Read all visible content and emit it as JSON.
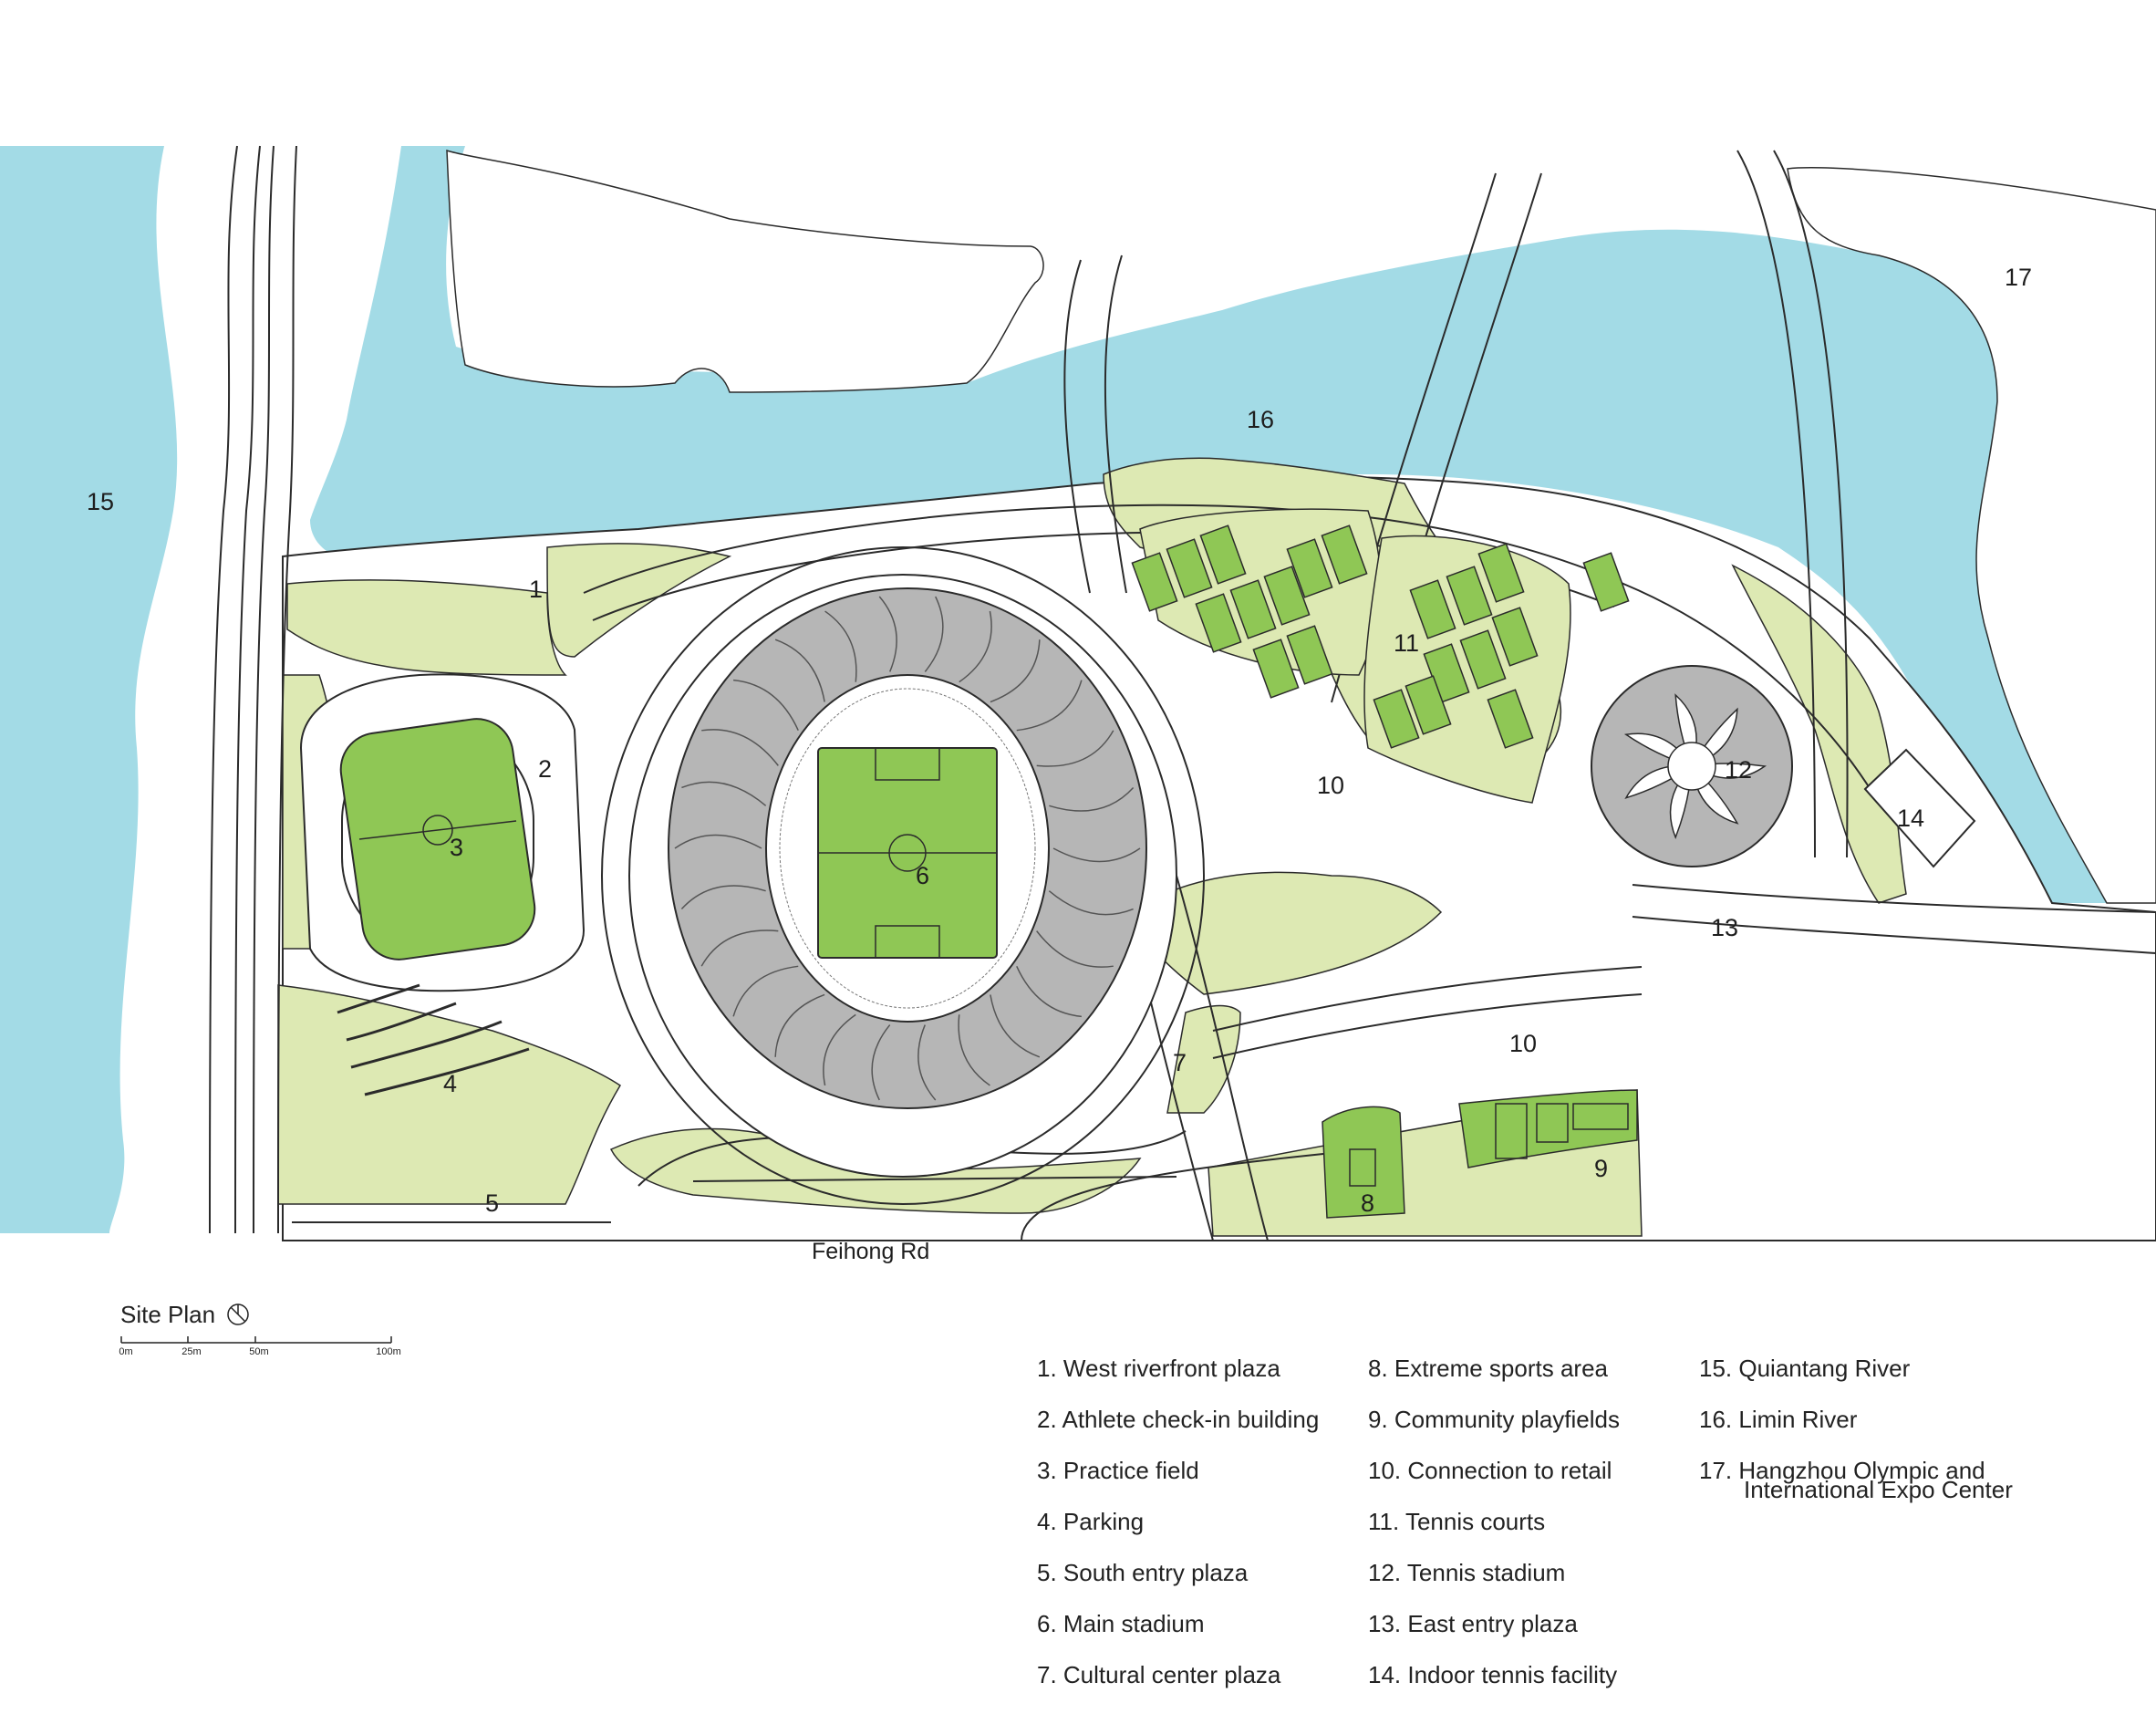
{
  "colors": {
    "water": "#a3dbe6",
    "lawn": "#dde9b3",
    "field": "#8fc755",
    "stadium_roof": "#b6b6b6",
    "line": "#2b2b2b"
  },
  "labels": {
    "n1": "1",
    "n2": "2",
    "n3": "3",
    "n4": "4",
    "n5": "5",
    "n6": "6",
    "n7": "7",
    "n8": "8",
    "n9": "9",
    "n10a": "10",
    "n10b": "10",
    "n11": "11",
    "n12": "12",
    "n13": "13",
    "n14": "14",
    "n15": "15",
    "n16": "16",
    "n17": "17"
  },
  "road": "Feihong Rd",
  "title": "Site Plan",
  "north_icon": "north-arrow-icon",
  "scale": {
    "t0": "0m",
    "t1": "25m",
    "t2": "50m",
    "t3": "100m"
  },
  "legend": {
    "col1": [
      "1. West riverfront plaza",
      "2. Athlete check-in building",
      "3. Practice field",
      "4. Parking",
      "5. South entry plaza",
      "6. Main stadium",
      "7. Cultural center plaza"
    ],
    "col2": [
      "8. Extreme sports area",
      "9. Community playfields",
      "10. Connection to retail",
      "11. Tennis courts",
      "12. Tennis stadium",
      "13. East entry plaza",
      "14. Indoor tennis facility"
    ],
    "col3": [
      "15. Quiantang River",
      "16. Limin River",
      "17. Hangzhou Olympic and"
    ],
    "col3_cont": "International Expo Center"
  }
}
